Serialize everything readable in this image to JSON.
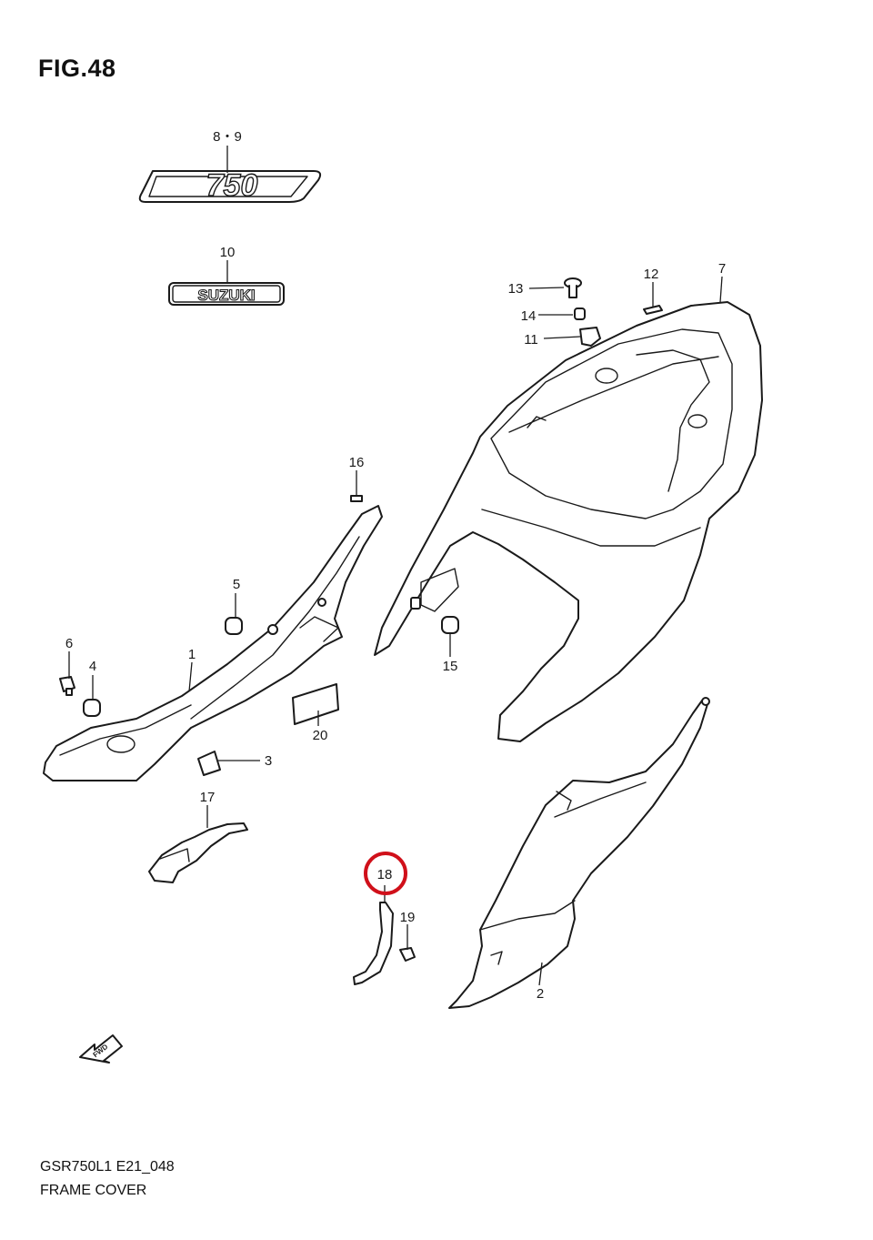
{
  "figure": {
    "title": "FIG.48"
  },
  "footer": {
    "model_code": "GSR750L1 E21_048",
    "section_name": "FRAME COVER"
  },
  "emblems": {
    "model_emblem_text": "750",
    "brand_emblem_text": "SUZUKI",
    "fwd_arrow_text": "FWD"
  },
  "callouts": [
    {
      "id": "c-8-9",
      "label": "8・9"
    },
    {
      "id": "c-10",
      "label": "10"
    },
    {
      "id": "c-13",
      "label": "13"
    },
    {
      "id": "c-12",
      "label": "12"
    },
    {
      "id": "c-7",
      "label": "7"
    },
    {
      "id": "c-14",
      "label": "14"
    },
    {
      "id": "c-11",
      "label": "11"
    },
    {
      "id": "c-16",
      "label": "16"
    },
    {
      "id": "c-5",
      "label": "5"
    },
    {
      "id": "c-6",
      "label": "6"
    },
    {
      "id": "c-4",
      "label": "4"
    },
    {
      "id": "c-1",
      "label": "1"
    },
    {
      "id": "c-15",
      "label": "15"
    },
    {
      "id": "c-20",
      "label": "20"
    },
    {
      "id": "c-3",
      "label": "3"
    },
    {
      "id": "c-17",
      "label": "17"
    },
    {
      "id": "c-18",
      "label": "18"
    },
    {
      "id": "c-19",
      "label": "19"
    },
    {
      "id": "c-2",
      "label": "2"
    }
  ],
  "highlight": {
    "part_label": "18",
    "color": "#d0101a"
  }
}
